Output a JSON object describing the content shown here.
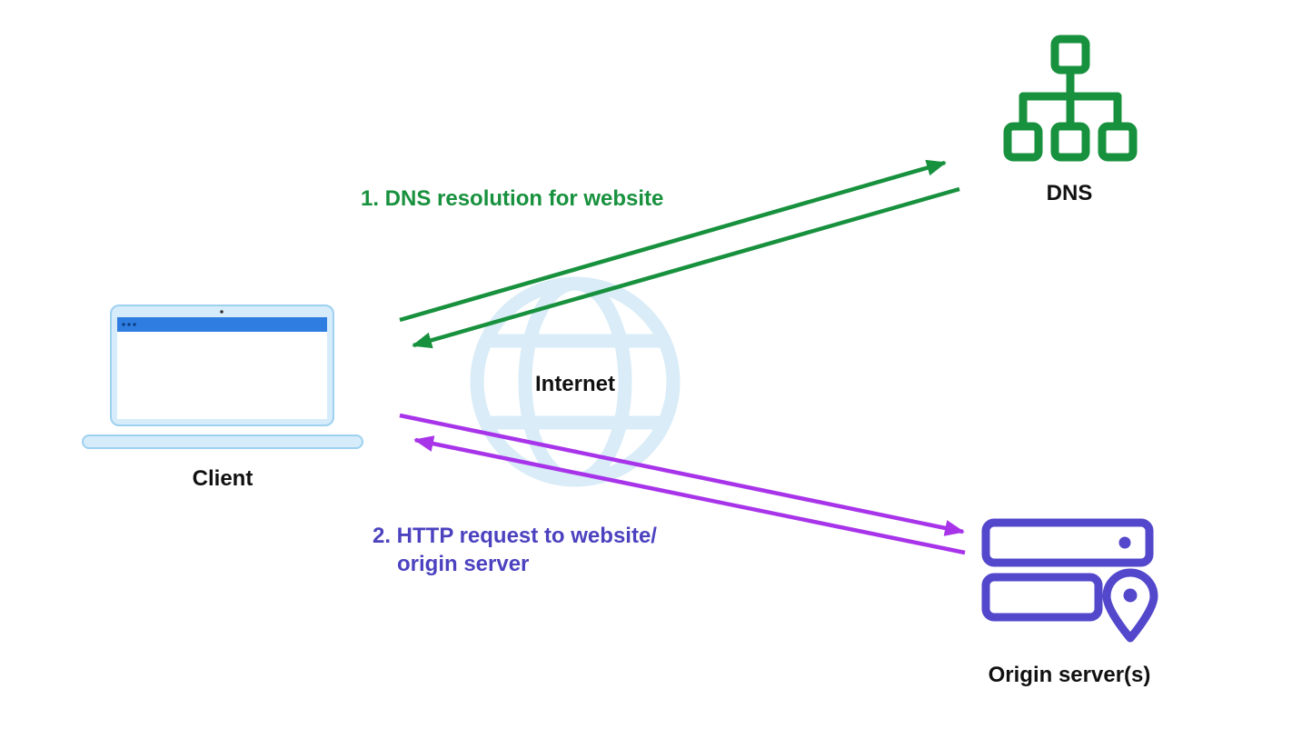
{
  "colors": {
    "green": "#18913e",
    "purple_arrow": "#a834ea",
    "purple_text": "#4c42c0",
    "indigo": "#5348cb",
    "globe": "#d9ecf7",
    "laptop_fill": "#d7ecfa",
    "laptop_stroke": "#9ed1f0",
    "laptop_bar": "#2f7de1",
    "label": "#111111"
  },
  "nodes": {
    "client": {
      "label": "Client"
    },
    "internet": {
      "label": "Internet"
    },
    "dns": {
      "label": "DNS"
    },
    "origin": {
      "label": "Origin server(s)"
    }
  },
  "flows": {
    "dns": {
      "label": "1. DNS resolution for website"
    },
    "http": {
      "lines": [
        "2. HTTP request to website/",
        "origin server"
      ]
    }
  }
}
